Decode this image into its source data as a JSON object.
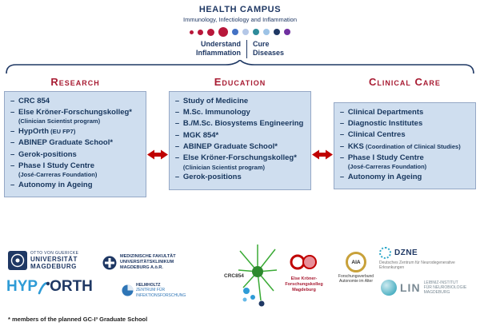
{
  "colors": {
    "navy": "#1f3864",
    "crimson": "#a81c33",
    "arrow": "#c00000",
    "boxbg": "#cfdeef",
    "boxborder": "#95a8c6",
    "itemtext": "#17365d"
  },
  "header": {
    "title": "HEALTH CAMPUS",
    "subtitle": "Immunology, Infectiology and Inflammation",
    "understand": "Understand",
    "inflammation": "Inflammation",
    "cure": "Cure",
    "diseases": "Diseases"
  },
  "dots": [
    {
      "color": "#b8173a",
      "size": 5
    },
    {
      "color": "#b8173a",
      "size": 7
    },
    {
      "color": "#b8173a",
      "size": 9
    },
    {
      "color": "#b8173a",
      "size": 12
    },
    {
      "color": "#4472c4",
      "size": 8
    },
    {
      "color": "#b4c7e7",
      "size": 8
    },
    {
      "color": "#2e8b9a",
      "size": 8
    },
    {
      "color": "#9dc3e6",
      "size": 8
    },
    {
      "color": "#1f3864",
      "size": 8
    },
    {
      "color": "#7030a0",
      "size": 8
    }
  ],
  "columns": [
    {
      "title": "Research",
      "items": [
        {
          "text": "CRC 854"
        },
        {
          "text": "Else Kröner-Forschungskolleg*",
          "note": "(Clinician Scientist program)",
          "note_block": true
        },
        {
          "text": "HypOrth",
          "note": "(EU FP7)"
        },
        {
          "text": "ABINEP Graduate School*"
        },
        {
          "text": "Gerok-positions"
        },
        {
          "text": "Phase I Study Centre",
          "note": "(José-Carreras Foundation)",
          "note_block": true
        },
        {
          "text": "Autonomy in Ageing"
        }
      ]
    },
    {
      "title": "Education",
      "items": [
        {
          "text": "Study of Medicine"
        },
        {
          "text": "M.Sc. Immunology"
        },
        {
          "text": "B./M.Sc. Biosystems Engineering"
        },
        {
          "text": "MGK 854*"
        },
        {
          "text": "ABINEP Graduate School*"
        },
        {
          "text": "Else Kröner-Forschungskolleg*",
          "note": "(Clinician Scientist program)",
          "note_block": true
        },
        {
          "text": "Gerok-positions"
        }
      ]
    },
    {
      "title": "Clinical Care",
      "items": [
        {
          "text": "Clinical Departments"
        },
        {
          "text": "Diagnostic Institutes"
        },
        {
          "text": "Clinical Centres"
        },
        {
          "text": "KKS",
          "note": "(Coordination of Clinical Studies)"
        },
        {
          "text": "Phase I Study Centre",
          "note": "(José-Carreras Foundation)",
          "note_block": true
        },
        {
          "text": "Autonomy in Ageing"
        }
      ]
    }
  ],
  "logos": {
    "ovgu": {
      "line1": "OTTO VON GUERICKE",
      "line2": "UNIVERSITÄT",
      "line3": "MAGDEBURG"
    },
    "medfak": {
      "line1": "MEDIZINISCHE FAKULTÄT",
      "line2": "UNIVERSITÄTSKLINIKUM",
      "line3": "MAGDEBURG A.ö.R."
    },
    "hyporth": {
      "part1": "HYP",
      "part2": "ORTH"
    },
    "helmholtz": {
      "line1": "HELMHOLTZ",
      "line2": "ZENTRUM FÜR",
      "line3": "INFEKTIONSFORSCHUNG"
    },
    "crc854": {
      "label": "CRC854"
    },
    "else_kroener": {
      "line1": "Else Kröner-",
      "line2": "Forschungskolleg",
      "line3": "Magdeburg"
    },
    "aia": {
      "abbr": "AIA",
      "line1": "Forschungsverbund",
      "line2": "Autonomie im Alter"
    },
    "dzne": {
      "abbr": "DZNE",
      "line1": "Deutsches Zentrum für Neurodegenerative",
      "line2": "Erkrankungen"
    },
    "lin": {
      "abbr": "LIN",
      "line1": "LEIBNIZ-INSTITUT",
      "line2": "FÜR NEUROBIOLOGIE",
      "line3": "MAGDEBURG"
    }
  },
  "footnote": "* members of the planned GC-I³ Graduate School"
}
